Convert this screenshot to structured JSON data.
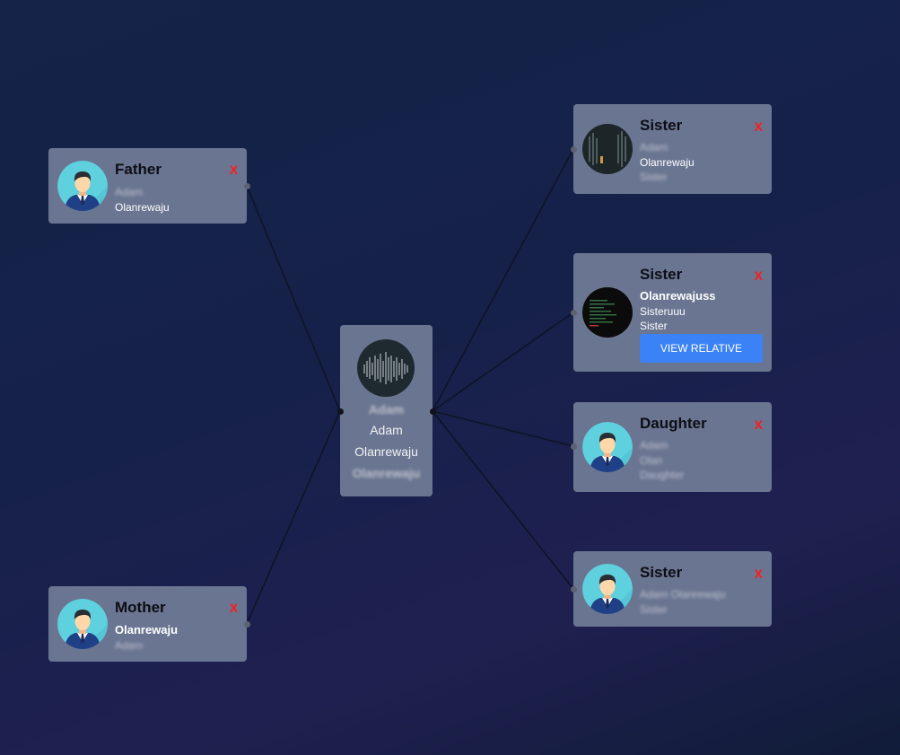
{
  "center": {
    "line1": "Adam",
    "line2": "Adam",
    "line3": "Olanrewaju",
    "line4": "Olanrewaju"
  },
  "relatives": {
    "father": {
      "title": "Father",
      "line1": "Adam",
      "line2": "Olanrewaju",
      "close": "X"
    },
    "mother": {
      "title": "Mother",
      "line1": "Olanrewaju",
      "line2": "Adam",
      "close": "X"
    },
    "sister1": {
      "title": "Sister",
      "line1": "Adam",
      "line2": "Olanrewaju",
      "line3": "Sister",
      "close": "X"
    },
    "sister2": {
      "title": "Sister",
      "line1": "Olanrewajuss",
      "line2": "Sisteruuu",
      "line3": "Sister",
      "button": "VIEW RELATIVE",
      "close": "X"
    },
    "daughter": {
      "title": "Daughter",
      "line1": "Adam",
      "line2": "Olan",
      "line3": "Daughter",
      "close": "X"
    },
    "sister3": {
      "title": "Sister",
      "line1": "Adam Olanrewaju",
      "line2": "Sister",
      "close": "X"
    }
  },
  "icons": {
    "person": "person-avatar-icon",
    "waveform": "waveform-photo-icon",
    "terminal": "terminal-photo-icon",
    "close": "close-icon"
  },
  "colors": {
    "card": "#6a7591",
    "button": "#3b82f6",
    "close": "#ff1a1a",
    "edge": "#0e1426"
  }
}
